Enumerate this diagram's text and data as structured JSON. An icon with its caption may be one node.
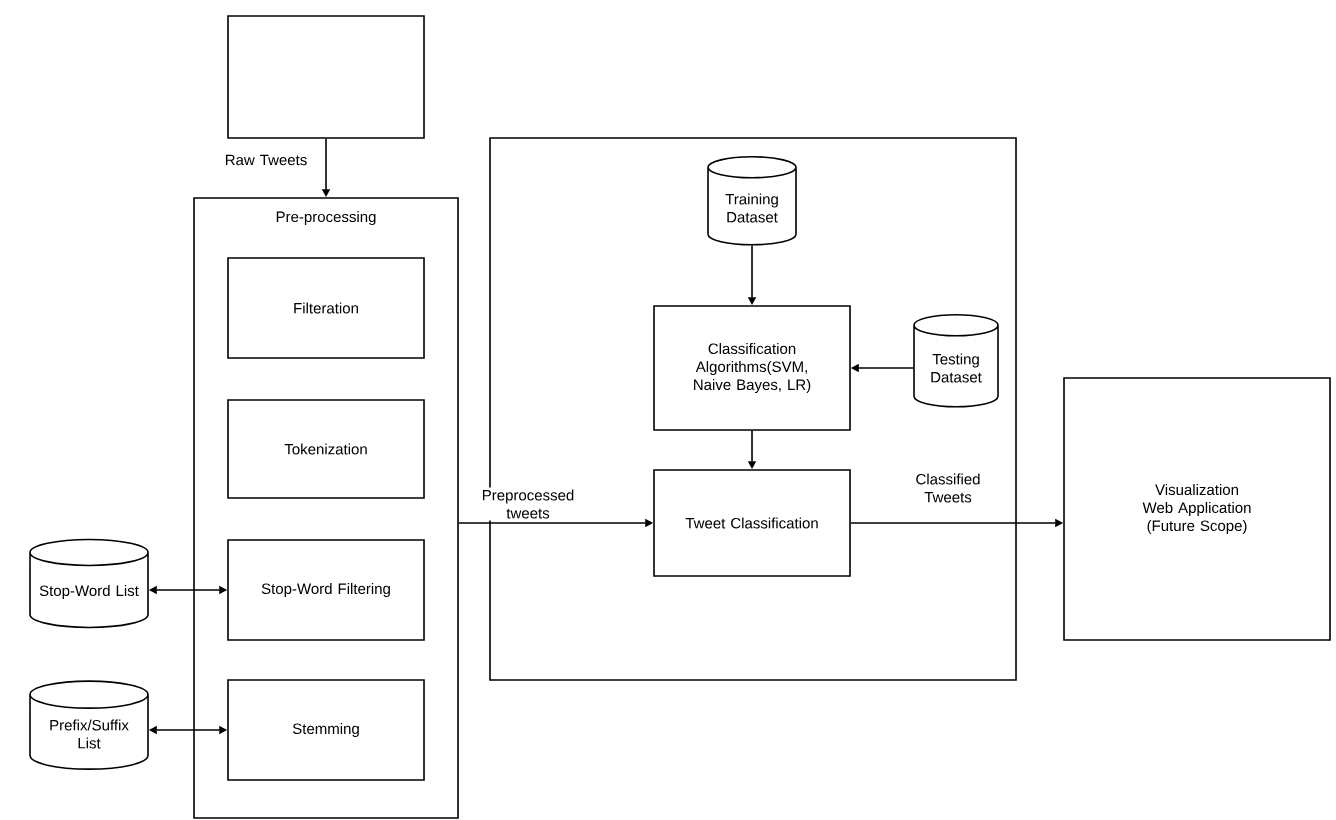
{
  "diagram": {
    "nodes": [
      {
        "text": [],
        "shape": "box"
      },
      {
        "text": [
          "Pre-processing"
        ]
      },
      {
        "text": [
          "Filteration"
        ],
        "in": 1
      },
      {
        "text": [
          "Tokenization"
        ],
        "in": 1
      },
      {
        "text": [
          "Stop-Word Filtering"
        ],
        "in": 1
      },
      {
        "text": [
          "Stemming"
        ],
        "in": 1
      },
      {
        "text": [
          "Stop-Word List"
        ]
      },
      {
        "text": [
          "Prefix/Suffix List"
        ]
      },
      {
        "text": [],
        "shape": "box"
      },
      {
        "text": [
          "Training Dataset"
        ],
        "in": 8
      },
      {
        "text": [
          "Classification Algorithms(SVM, Naive Bayes, LR)"
        ],
        "in": 8
      },
      {
        "text": [
          "Testing Dataset"
        ],
        "in": 8
      },
      {
        "text": [
          "Tweet Classification"
        ],
        "in": 8
      },
      {
        "text": [
          "Visualization",
          "Web Application (Future Scope)"
        ]
      }
    ],
    "edges": [
      {
        "from": 0,
        "to": 1,
        "arrow": "to",
        "label": "Raw Tweets"
      },
      {
        "from": 4,
        "to": 6,
        "arrow": "both"
      },
      {
        "from": 5,
        "to": 7,
        "arrow": "both"
      },
      {
        "from": 1,
        "to": 12,
        "arrow": "to",
        "label": "Preprocessed tweets"
      },
      {
        "from": 9,
        "to": 10,
        "arrow": "to"
      },
      {
        "from": 11,
        "to": 10,
        "arrow": "to"
      },
      {
        "from": 10,
        "to": 12,
        "arrow": "to"
      },
      {
        "from": 12,
        "to": 13,
        "arrow": "to",
        "label": "Classified Tweets"
      }
    ]
  }
}
